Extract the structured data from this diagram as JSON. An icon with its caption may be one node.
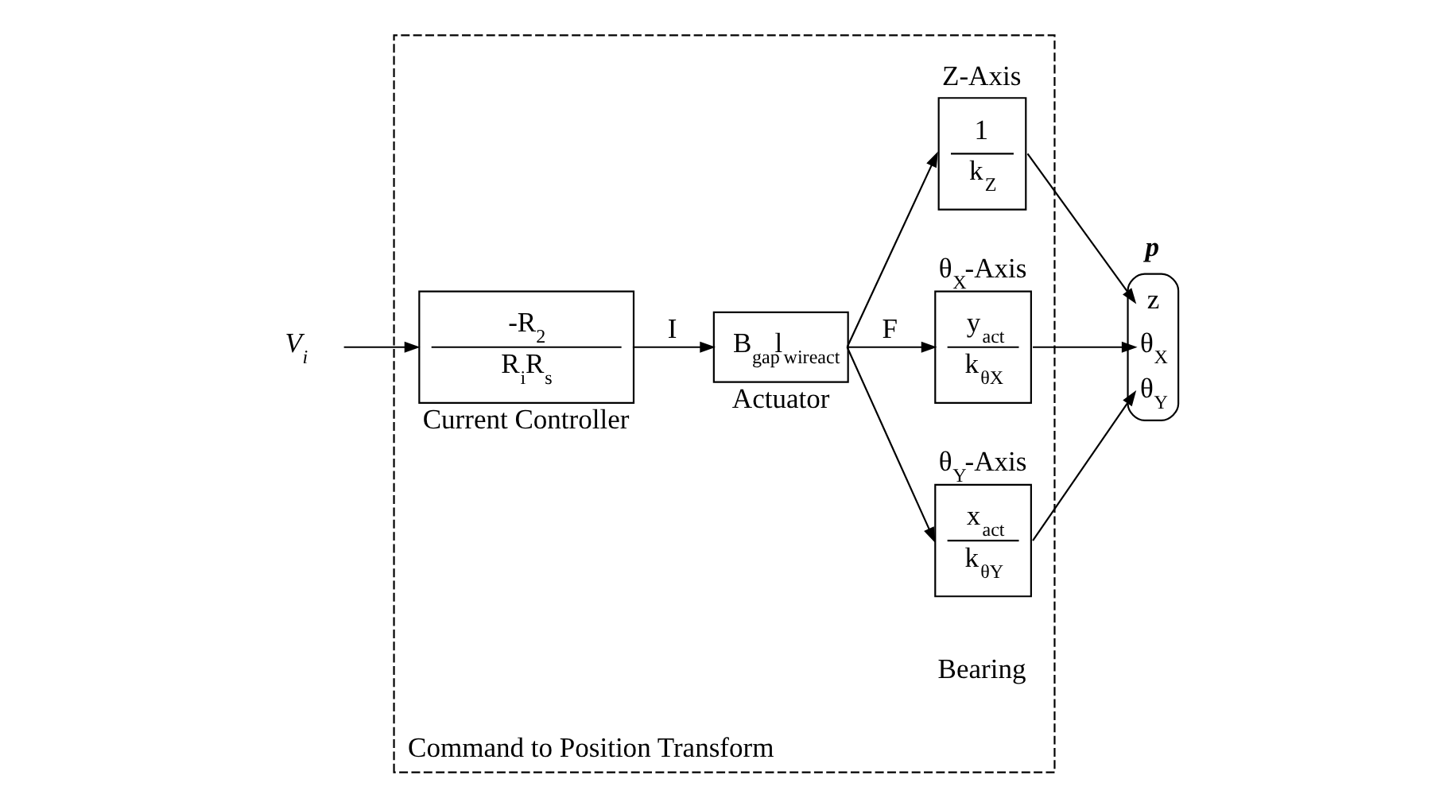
{
  "diagram": {
    "nodes": [
      {
        "text": [
          "Command to Position Transform"
        ]
      },
      {
        "text": [
          "V$_{i}$"
        ]
      },
      {
        "text": [
          "-R$_{2}$",
          "R$_{i}$R$_{s}$"
        ],
        "beside": [
          "Current Controller"
        ],
        "in": 0
      },
      {
        "text": [
          "B$_{gap}$l$_{wireact}$"
        ],
        "beside": [
          "Actuator"
        ],
        "in": 0
      },
      {
        "text": [
          "1",
          "k$_{Z}$"
        ],
        "beside": [
          "Z-Axis"
        ],
        "in": 0
      },
      {
        "text": [
          "y$_{act}$",
          "k$_{θX}$"
        ],
        "beside": [
          "θ$_{X}$-Axis"
        ],
        "in": 0
      },
      {
        "text": [
          "x$_{act}$",
          "k$_{θY}$"
        ],
        "beside": [
          "θ$_{Y}$-Axis"
        ],
        "in": 0
      },
      {
        "text": [
          "z",
          "θ$_{X}$",
          "θ$_{Y}$"
        ],
        "beside": [
          "p"
        ]
      }
    ],
    "edges": [
      {
        "from": 1,
        "to": 2,
        "arrow": "to"
      },
      {
        "from": 2,
        "to": 3,
        "label": "I",
        "arrow": "to"
      },
      {
        "from": 3,
        "to": 4,
        "arrow": "to"
      },
      {
        "from": 3,
        "to": 5,
        "label": "F",
        "arrow": "to"
      },
      {
        "from": 3,
        "to": 6,
        "arrow": "to"
      },
      {
        "from": 4,
        "to": 7,
        "arrow": "to"
      },
      {
        "from": 5,
        "to": 7,
        "arrow": "to"
      },
      {
        "from": 6,
        "to": 7,
        "arrow": "to"
      }
    ],
    "labels": [
      "Bearing"
    ]
  }
}
